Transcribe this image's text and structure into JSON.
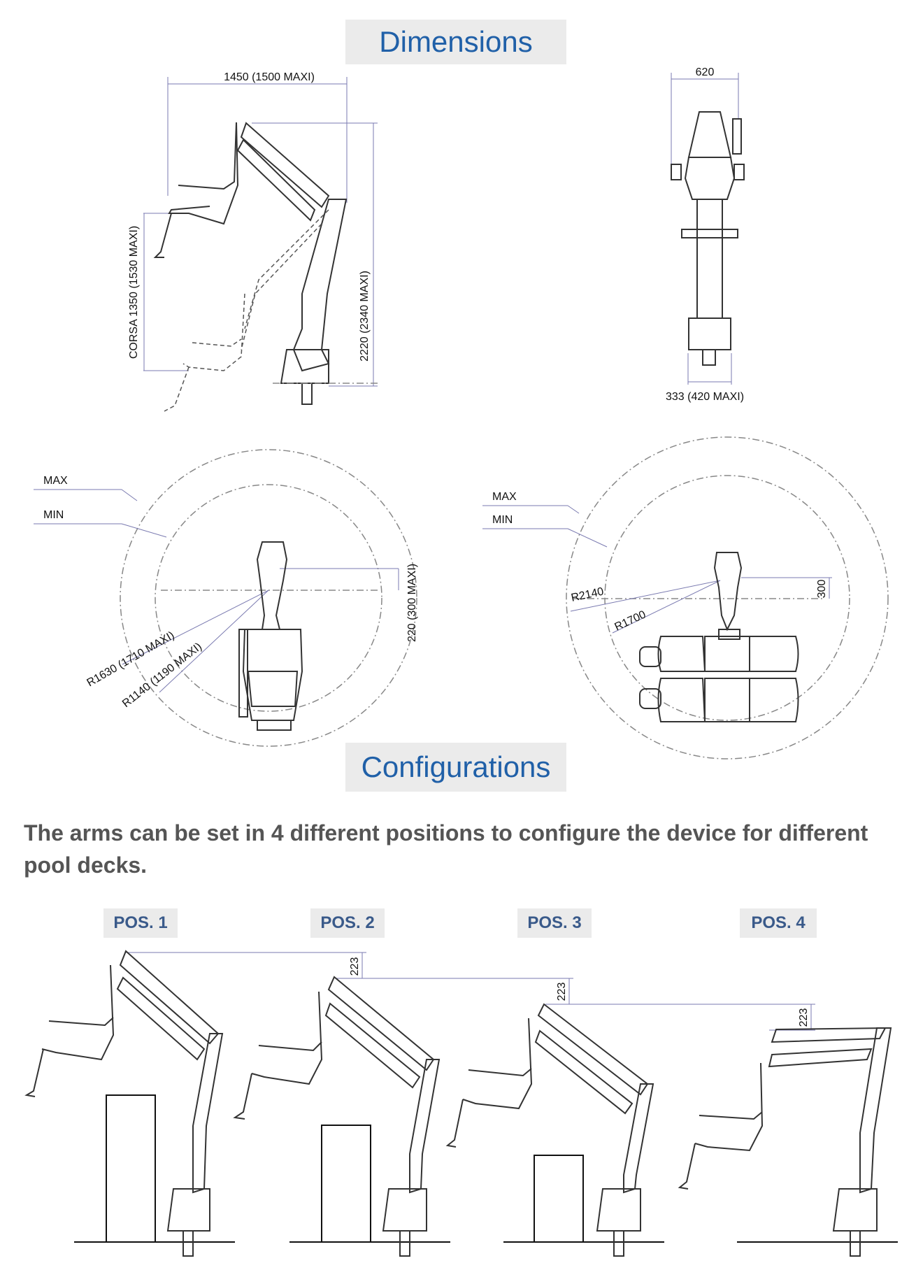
{
  "sections": {
    "dimensions_title": "Dimensions",
    "configurations_title": "Configurations"
  },
  "intro_text": "The arms can be set in 4 different positions to configure the device for different pool decks.",
  "side_view": {
    "width_label": "1450 (1500 MAXI)",
    "seat_height_label": "CORSA 1350 (1530 MAXI)",
    "total_height_label": "2220 (2340 MAXI)"
  },
  "front_view": {
    "top_width_label": "620",
    "base_width_label": "333 (420 MAXI)"
  },
  "radius_left": {
    "max_label": "MAX",
    "min_label": "MIN",
    "r_max_label": "R1630 (1710 MAXI)",
    "r_min_label": "R1140 (1190 MAXI)",
    "offset_label": "220 (300 MAXI)"
  },
  "radius_right": {
    "max_label": "MAX",
    "min_label": "MIN",
    "r_max_label": "R2140",
    "r_min_label": "R1700",
    "offset_label": "300"
  },
  "positions": [
    {
      "label": "POS. 1",
      "step_label": "223"
    },
    {
      "label": "POS. 2",
      "step_label": "223"
    },
    {
      "label": "POS. 3",
      "step_label": "223"
    },
    {
      "label": "POS. 4",
      "step_label": ""
    }
  ]
}
